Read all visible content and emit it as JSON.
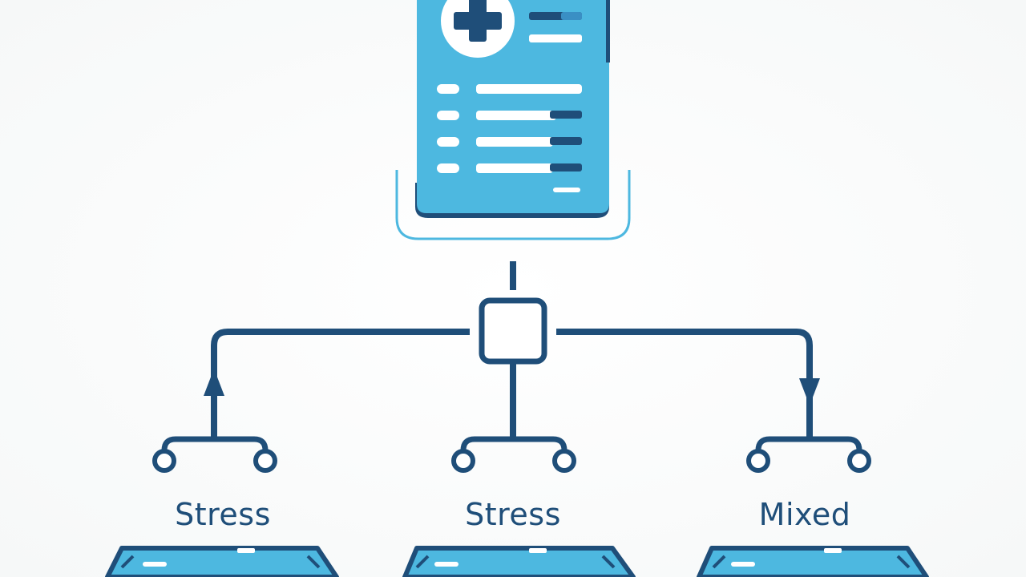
{
  "colors": {
    "card_fill": "#4db8e0",
    "dark_blue": "#1f4e79",
    "light_line": "#ffffff",
    "background": "#fbfcfc"
  },
  "icons": {
    "document": "medical-record-icon",
    "plus": "medical-cross-icon",
    "hub": "square-node-icon",
    "fork": "fork-connector-icon"
  },
  "nodes": [
    {
      "label": "Stress"
    },
    {
      "label": "Stress"
    },
    {
      "label": "Mixed"
    }
  ]
}
